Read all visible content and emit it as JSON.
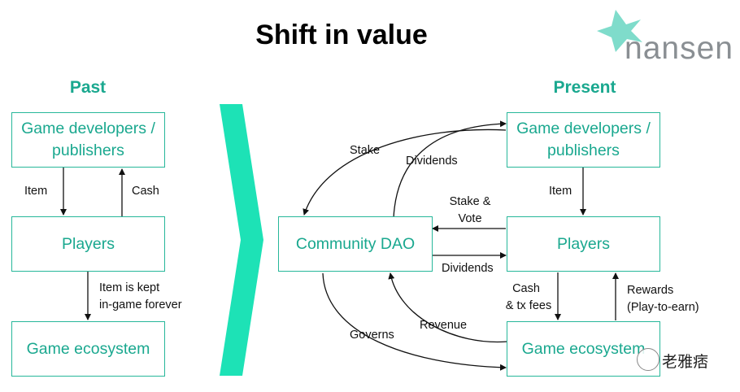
{
  "title": "Shift in value",
  "brand": {
    "name": "nansen",
    "color": "#8a8f93",
    "mark_color": "#7fdccb"
  },
  "accent_color": "#1aa88f",
  "past": {
    "heading": "Past",
    "developers": "Game developers / publishers",
    "players": "Players",
    "ecosystem": "Game ecosystem",
    "labels": {
      "item": "Item",
      "cash": "Cash",
      "kept_line1": "Item is kept",
      "kept_line2": "in-game forever"
    }
  },
  "present": {
    "heading": "Present",
    "developers": "Game developers / publishers",
    "dao": "Community DAO",
    "players": "Players",
    "ecosystem": "Game ecosystem",
    "labels": {
      "stake": "Stake",
      "dividends_top": "Dividends",
      "item": "Item",
      "stake_vote_line1": "Stake &",
      "stake_vote_line2": "Vote",
      "dividends_mid": "Dividends",
      "cash_line1": "Cash",
      "cash_line2": "& tx fees",
      "rewards_line1": "Rewards",
      "rewards_line2": "(Play-to-earn)",
      "revenue": "Revenue",
      "governs": "Governs"
    }
  },
  "watermark": "老雅痞"
}
